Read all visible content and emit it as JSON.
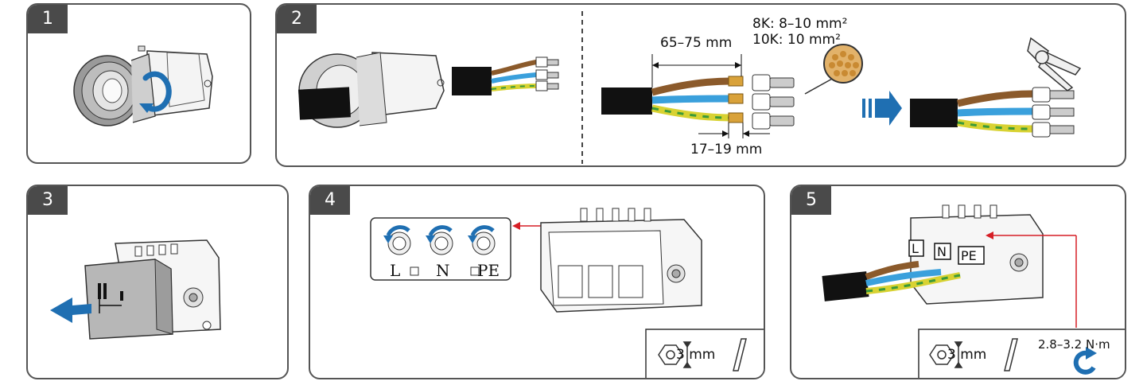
{
  "steps": [
    {
      "number": "1"
    },
    {
      "number": "2"
    },
    {
      "number": "3"
    },
    {
      "number": "4"
    },
    {
      "number": "5"
    }
  ],
  "step2": {
    "strip_length": "65–75 mm",
    "wire_size_8k": "8K: 8–10 mm²",
    "wire_size_10k": "10K: 10 mm²",
    "ferrule_length": "17–19 mm"
  },
  "step4": {
    "terminal_l": "L",
    "terminal_n": "N",
    "terminal_pe": "PE",
    "tool_size": "3 mm"
  },
  "step5": {
    "terminal_l": "L",
    "terminal_n": "N",
    "terminal_pe": "PE",
    "tool_size": "3 mm",
    "torque": "2.8–3.2 N·m"
  },
  "colors": {
    "panel_border": "#555555",
    "badge": "#4a4a4a",
    "arrow_blue": "#1f6fb2",
    "wire_brown": "#8b5a2b",
    "wire_blue": "#3aa0dc",
    "wire_yellow": "#d8d232",
    "wire_green": "#3a9a3a",
    "annotation_red": "#d61f26"
  }
}
